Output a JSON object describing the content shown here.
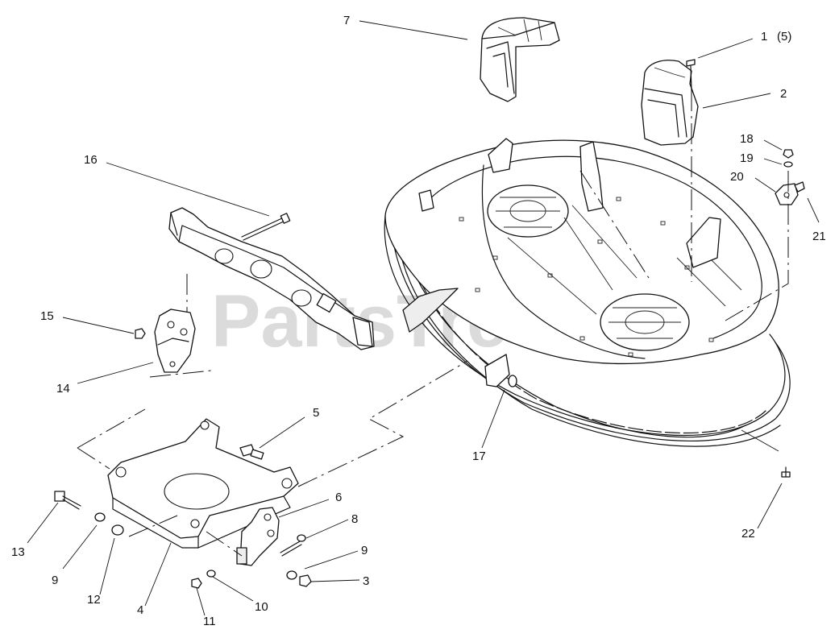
{
  "watermark": "PartsTree",
  "callouts": [
    {
      "id": "1",
      "text": "1"
    },
    {
      "id": "1q",
      "text": "(5)"
    },
    {
      "id": "2",
      "text": "2"
    },
    {
      "id": "3",
      "text": "3"
    },
    {
      "id": "4",
      "text": "4"
    },
    {
      "id": "5",
      "text": "5"
    },
    {
      "id": "6",
      "text": "6"
    },
    {
      "id": "7",
      "text": "7"
    },
    {
      "id": "8",
      "text": "8"
    },
    {
      "id": "9a",
      "text": "9"
    },
    {
      "id": "9b",
      "text": "9"
    },
    {
      "id": "10",
      "text": "10"
    },
    {
      "id": "11",
      "text": "11"
    },
    {
      "id": "12",
      "text": "12"
    },
    {
      "id": "13",
      "text": "13"
    },
    {
      "id": "14",
      "text": "14"
    },
    {
      "id": "15",
      "text": "15"
    },
    {
      "id": "16",
      "text": "16"
    },
    {
      "id": "17",
      "text": "17"
    },
    {
      "id": "18",
      "text": "18"
    },
    {
      "id": "19",
      "text": "19"
    },
    {
      "id": "20",
      "text": "20"
    },
    {
      "id": "21",
      "text": "21"
    },
    {
      "id": "22",
      "text": "22"
    }
  ]
}
